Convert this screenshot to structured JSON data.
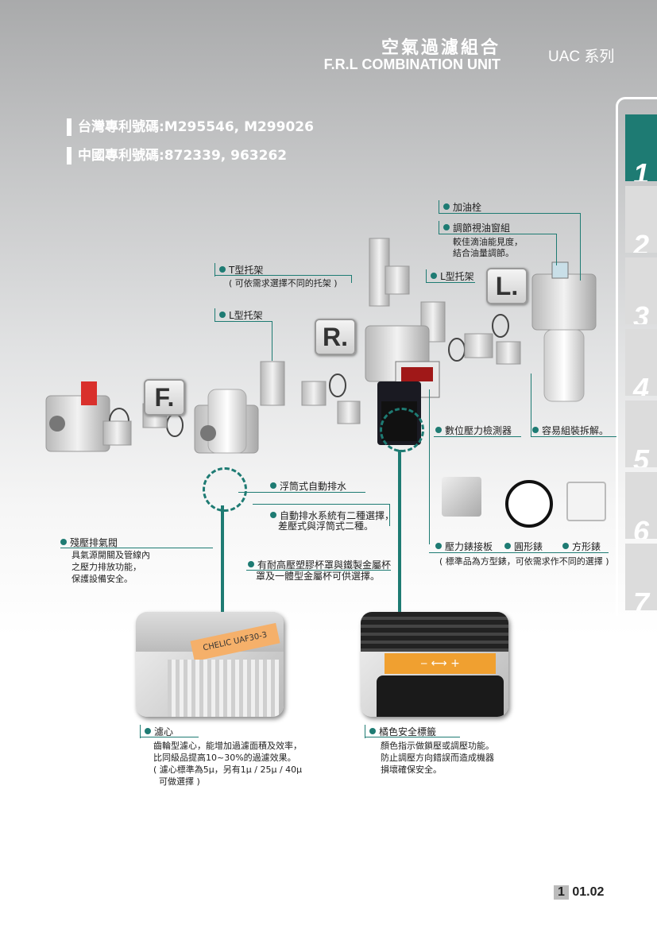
{
  "header": {
    "title_zh": "空氣過濾組合",
    "title_en": "F.R.L COMBINATION UNIT",
    "series": "UAC 系列"
  },
  "patents": [
    "台灣專利號碼:M295546, M299026",
    "中國專利號碼:872339, 963262"
  ],
  "tabs": [
    "1",
    "2",
    "3",
    "4",
    "5",
    "6",
    "7"
  ],
  "badges": {
    "f": "F.",
    "r": "R.",
    "l": "L."
  },
  "labels": {
    "oil_plug": "加油栓",
    "sight_glass": "調節視油窗組",
    "sight_glass_desc": [
      "較佳滴油能見度，",
      "結合油量調節。"
    ],
    "t_bracket": "T型托架",
    "t_bracket_desc": "( 可依需求選擇不同的托架 )",
    "l_bracket_right": "L型托架",
    "l_bracket_left": "L型托架",
    "digital_gauge": "數位壓力檢測器",
    "easy_assembly": "容易組裝拆解。",
    "float_drain": "浮筒式自動排水",
    "auto_drain": "自動排水系統有二種選擇，",
    "auto_drain_2": "差壓式與浮筒式二種。",
    "residual_valve": "殘壓排氣閥",
    "residual_desc": [
      "具氣源開關及管線內",
      "之壓力排放功能，",
      "保護設備安全。"
    ],
    "bowl": "有耐高壓塑膠杯罩與鐵製金屬杯",
    "bowl_2": "罩及一體型金屬杯可供選擇。",
    "gauge_plate": "壓力錶接板",
    "round_gauge": "圓形錶",
    "square_gauge": "方形錶",
    "gauge_note": "( 標準品為方型錶，可依需求作不同的選擇 )",
    "filter": "濾心",
    "filter_desc": [
      "齒輪型濾心，能增加過濾面積及效率，",
      "比同級品提高10~30%的過濾效果。",
      "( 濾心標準為5μ，另有1μ / 25μ / 40μ",
      "  可做選擇 )"
    ],
    "orange_label": "橘色安全標籤",
    "orange_desc": [
      "顏色指示做鎖壓或調壓功能。",
      "防止調壓方向錯誤而造成機器",
      "損壞確保安全。"
    ]
  },
  "photo_text": {
    "model": "UAF30-3",
    "brand": "CHELIC"
  },
  "page": {
    "chapter": "1",
    "number": "01.02"
  },
  "colors": {
    "accent": "#1e7b73",
    "orange": "#f0a030",
    "red": "#d9302c"
  }
}
